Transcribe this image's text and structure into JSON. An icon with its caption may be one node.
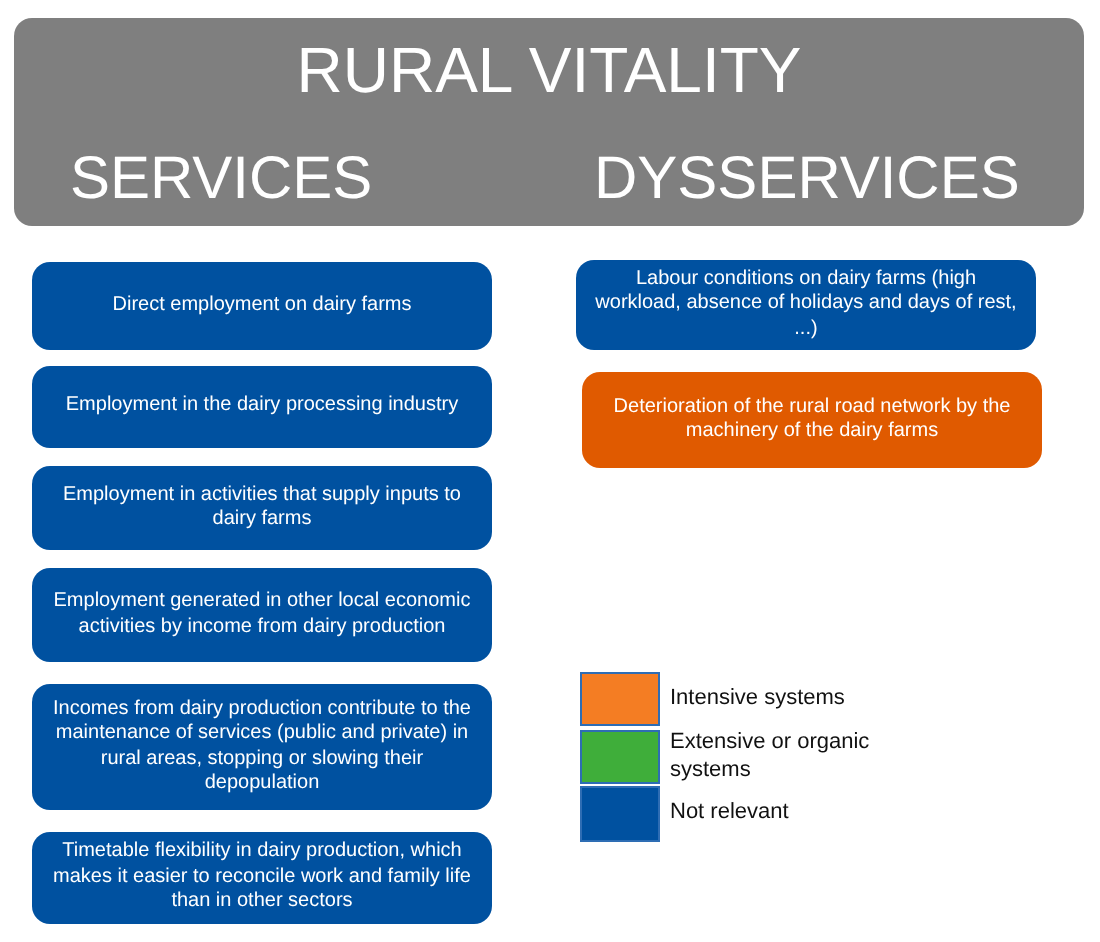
{
  "diagram": {
    "nodes": [
      {
        "text": [
          "RURAL VITALITY",
          "SERVICES",
          "DYSSERVICES"
        ]
      },
      {
        "text": [
          "Direct employment on dairy farms"
        ]
      },
      {
        "text": [
          "Employment in the dairy processing industry"
        ]
      },
      {
        "text": [
          "Employment in activities that supply inputs to dairy farms"
        ]
      },
      {
        "text": [
          "Employment generated in other local economic activities by income from dairy production"
        ]
      },
      {
        "text": [
          "Incomes from dairy production contribute to the maintenance of services (public and private) in rural areas, stopping or slowing their depopulation"
        ]
      },
      {
        "text": [
          "Timetable flexibility in dairy production, which makes it easier to reconcile work and family life than in other sectors"
        ]
      },
      {
        "text": [
          "Labour conditions on dairy farms (high workload, absence of holidays and days of rest, ...)"
        ]
      },
      {
        "text": [
          "Deterioration of the rural road network by the machinery of the dairy farms"
        ]
      }
    ],
    "legend": [
      {
        "text": "Intensive systems",
        "color": "#f47d23"
      },
      {
        "text": "Extensive or organic systems",
        "color": "#3fae3a"
      },
      {
        "text": "Not relevant",
        "color": "#0051a0"
      }
    ]
  }
}
